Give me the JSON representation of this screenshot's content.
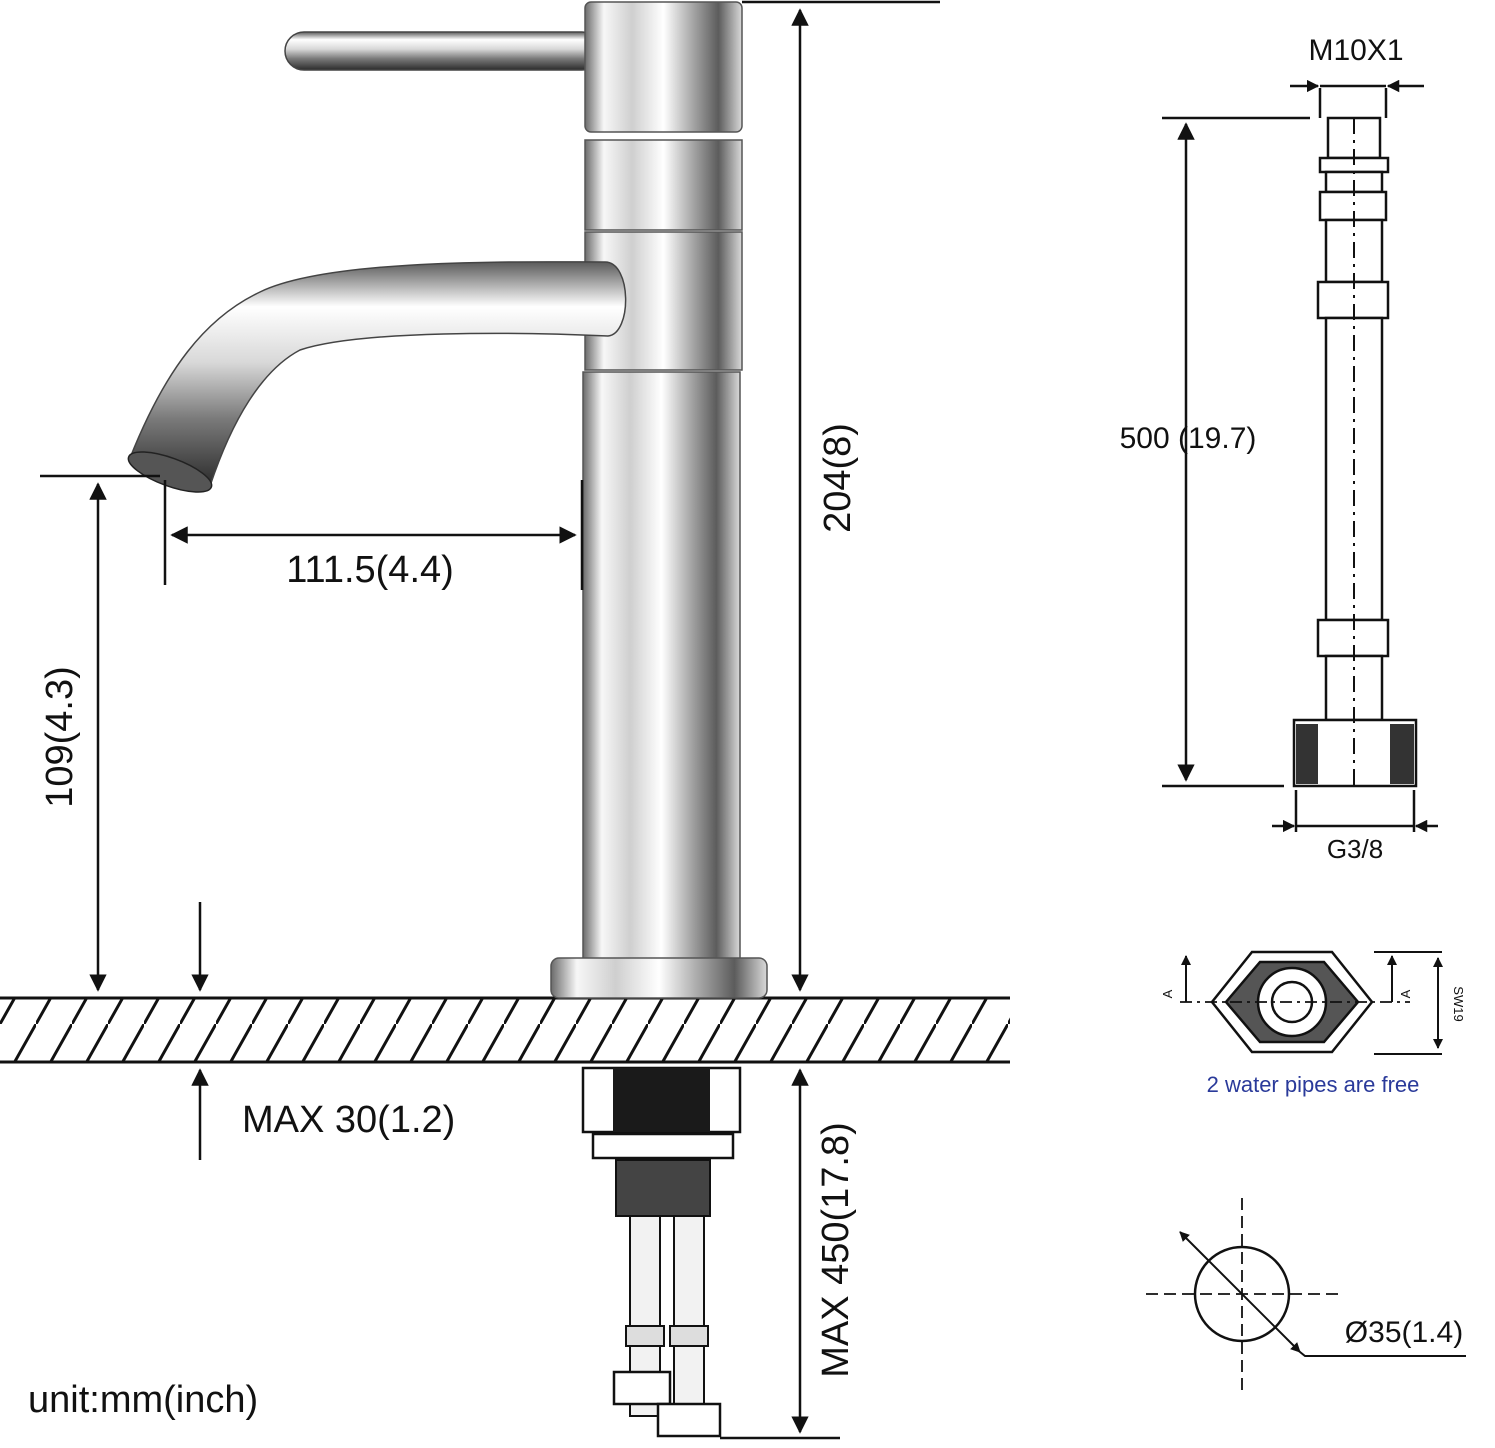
{
  "labels": {
    "height_total": "204(8)",
    "spout_reach": "111.5(4.4)",
    "spout_height": "109(4.3)",
    "max_deck": "MAX 30(1.2)",
    "max_hose_below": "MAX 450(17.8)",
    "unit": "unit:mm(inch)",
    "thread_top": "M10X1",
    "hose_length": "500 (19.7)",
    "thread_bottom": "G3/8",
    "hex_size": "SW19",
    "section_mark": "A",
    "free_pipes_note": "2 water pipes are free",
    "hole_diameter": "Ø35(1.4)"
  },
  "colors": {
    "line": "#111111",
    "note": "#2a3a9a",
    "chrome_light": "#f4f4f4",
    "chrome_dark": "#3a3a3a"
  }
}
